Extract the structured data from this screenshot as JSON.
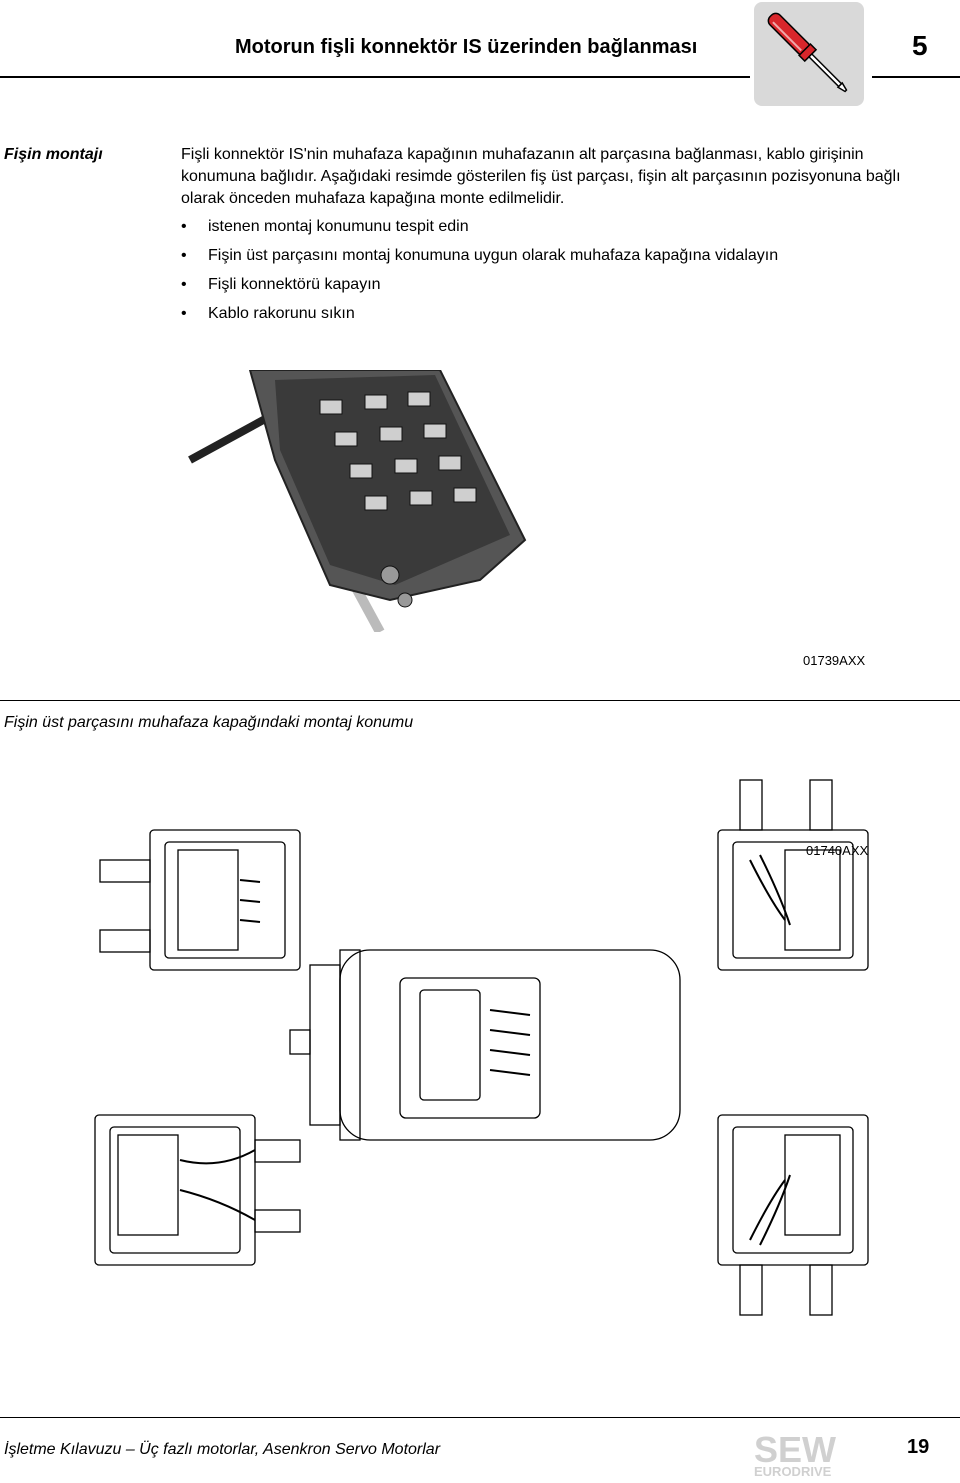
{
  "header": {
    "title": "Motorun fişli konnektör IS üzerinden bağlanması",
    "chapter": "5"
  },
  "section": {
    "side_heading": "Fişin montajı",
    "paragraph": "Fişli konnektör IS'nin muhafaza kapağının muhafazanın alt parçasına bağlanması, kablo girişinin konumuna bağlıdır. Aşağıdaki resimde gösterilen fiş üst parçası, fişin alt parçasının pozisyonuna bağlı olarak önceden muhafaza kapağına monte edilmelidir.",
    "bullets": [
      "istenen montaj konumunu tespit edin",
      "Fişin üst parçasını montaj konumuna uygun olarak muhafaza kapağına vidalayın",
      "Fişli konnektörü kapayın",
      "Kablo rakorunu sıkın"
    ]
  },
  "figure1": {
    "code": "01739AXX"
  },
  "figure2": {
    "caption": "Fişin üst parçasını muhafaza kapağındaki montaj konumu",
    "code": "01740AXX"
  },
  "footer": {
    "text": "İşletme Kılavuzu – Üç fazlı motorlar, Asenkron Servo Motorlar",
    "page": "19",
    "logo_main": "SEW",
    "logo_sub": "EURODRIVE"
  },
  "colors": {
    "tool_red": "#d8262b",
    "tool_box": "#d9d9d9",
    "photo_dark": "#3a3a3a"
  },
  "icons": [
    "screwdriver-icon"
  ]
}
